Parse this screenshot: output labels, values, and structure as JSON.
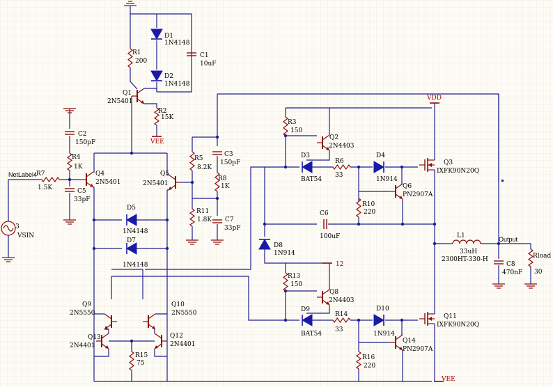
{
  "colors": {
    "background": "#fdfbf5",
    "grid": "#e6e2d4",
    "wire": "#1f1f8f",
    "component": "#8a0d0d",
    "diode_fill": "#1a1aa8",
    "text": "#000000",
    "power_label": "#a00000"
  },
  "net_labels": {
    "vdd": "VDD",
    "vee_top": "VEE",
    "vee_bottom": "VEE",
    "output": "Output",
    "input": "NetLabel4",
    "n12": "12"
  },
  "components": {
    "D1": {
      "ref": "D1",
      "value": "1N4148"
    },
    "D2": {
      "ref": "D2",
      "value": "1N4148"
    },
    "R1": {
      "ref": "R1",
      "value": "200"
    },
    "C1": {
      "ref": "C1",
      "value": "10uF"
    },
    "Q1": {
      "ref": "Q1",
      "value": "2N5401"
    },
    "R2": {
      "ref": "R2",
      "value": "15K"
    },
    "C2": {
      "ref": "C2",
      "value": "150pF"
    },
    "R4": {
      "ref": "R4",
      "value": "1K"
    },
    "R7": {
      "ref": "R7",
      "value": "1.5K"
    },
    "C5": {
      "ref": "C5",
      "value": "33pF"
    },
    "Q4": {
      "ref": "Q4",
      "value": "2N5401"
    },
    "Q5": {
      "ref": "Q5",
      "value": "2N5401"
    },
    "R5": {
      "ref": "R5",
      "value": "8.2K"
    },
    "C3": {
      "ref": "C3",
      "value": "150pF"
    },
    "R8": {
      "ref": "R8",
      "value": "1K"
    },
    "R11": {
      "ref": "R11",
      "value": "1.8K"
    },
    "C7": {
      "ref": "C7",
      "value": "33pF"
    },
    "D5": {
      "ref": "D5",
      "value": "1N4148"
    },
    "D7": {
      "ref": "D7",
      "value": "1N4148"
    },
    "V3": {
      "ref": "3",
      "value": "VSIN"
    },
    "R3": {
      "ref": "R3",
      "value": "150"
    },
    "Q2": {
      "ref": "Q2",
      "value": "2N4403"
    },
    "D3": {
      "ref": "D3",
      "value": "BAT54"
    },
    "R6": {
      "ref": "R6",
      "value": "33"
    },
    "D4": {
      "ref": "D4",
      "value": "1N914"
    },
    "Q3": {
      "ref": "Q3",
      "value": "IXFK90N20Q"
    },
    "Q6": {
      "ref": "Q6",
      "value": "PN2907A"
    },
    "R10": {
      "ref": "R10",
      "value": "220"
    },
    "C6": {
      "ref": "C6",
      "value": "100uF"
    },
    "D8": {
      "ref": "D8",
      "value": "1N914"
    },
    "L1": {
      "ref": "L1",
      "value": "33uH",
      "part": "2300HT-330-H"
    },
    "C8": {
      "ref": "C8",
      "value": "470nF"
    },
    "Rload": {
      "ref": "Rload",
      "value": "30"
    },
    "R13": {
      "ref": "R13",
      "value": "150"
    },
    "Q8": {
      "ref": "Q8",
      "value": "2N4403"
    },
    "D9": {
      "ref": "D9",
      "value": "BAT54"
    },
    "R14": {
      "ref": "R14",
      "value": "33"
    },
    "D10": {
      "ref": "D10",
      "value": "1N914"
    },
    "Q11": {
      "ref": "Q11",
      "value": "IXFK90N20Q"
    },
    "Q14": {
      "ref": "Q14",
      "value": "PN2907A"
    },
    "R16": {
      "ref": "R16",
      "value": "220"
    },
    "Q9": {
      "ref": "Q9",
      "value": "2N5550"
    },
    "Q10": {
      "ref": "Q10",
      "value": "2N5550"
    },
    "Q13": {
      "ref": "Q13",
      "value": "2N4401"
    },
    "Q12": {
      "ref": "Q12",
      "value": "2N4401"
    },
    "R15": {
      "ref": "R15",
      "value": "75"
    }
  }
}
